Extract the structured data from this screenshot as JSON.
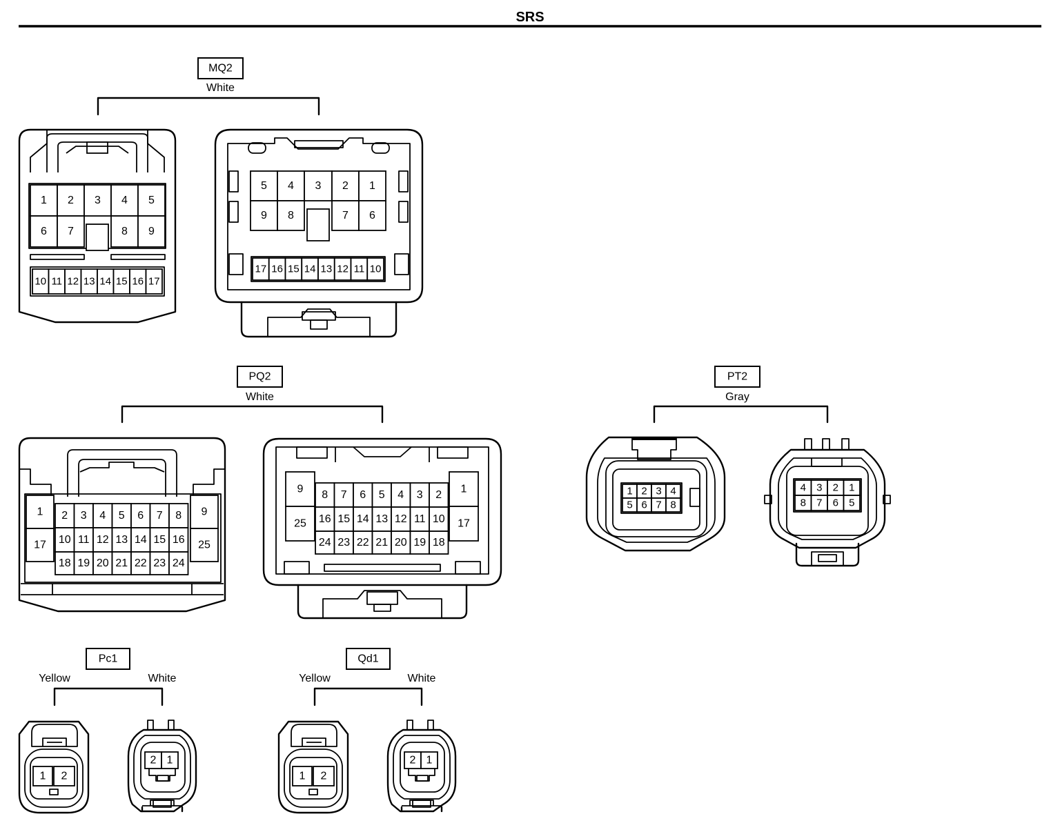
{
  "page": {
    "title": "SRS"
  },
  "connectors": {
    "mq2": {
      "id": "MQ2",
      "color": "White",
      "left_pins": {
        "top": [
          "1",
          "2",
          "3",
          "4",
          "5"
        ],
        "mid": [
          "6",
          "7",
          "8",
          "9"
        ],
        "bottom": [
          "10",
          "11",
          "12",
          "13",
          "14",
          "15",
          "16",
          "17"
        ]
      },
      "right_pins": {
        "top": [
          "5",
          "4",
          "3",
          "2",
          "1"
        ],
        "mid": [
          "9",
          "8",
          "7",
          "6"
        ],
        "bottom": [
          "17",
          "16",
          "15",
          "14",
          "13",
          "12",
          "11",
          "10"
        ]
      }
    },
    "pq2": {
      "id": "PQ2",
      "color": "White",
      "left_pins": {
        "side_left": [
          "1",
          "17"
        ],
        "side_right": [
          "9",
          "25"
        ],
        "row1": [
          "2",
          "3",
          "4",
          "5",
          "6",
          "7",
          "8"
        ],
        "row2": [
          "10",
          "11",
          "12",
          "13",
          "14",
          "15",
          "16"
        ],
        "row3": [
          "18",
          "19",
          "20",
          "21",
          "22",
          "23",
          "24"
        ]
      },
      "right_pins": {
        "side_left": [
          "9",
          "25"
        ],
        "side_right": [
          "1",
          "17"
        ],
        "row1": [
          "8",
          "7",
          "6",
          "5",
          "4",
          "3",
          "2"
        ],
        "row2": [
          "16",
          "15",
          "14",
          "13",
          "12",
          "11",
          "10"
        ],
        "row3": [
          "24",
          "23",
          "22",
          "21",
          "20",
          "19",
          "18"
        ]
      }
    },
    "pt2": {
      "id": "PT2",
      "color": "Gray",
      "left_pins": {
        "row1": [
          "1",
          "2",
          "3",
          "4"
        ],
        "row2": [
          "5",
          "6",
          "7",
          "8"
        ]
      },
      "right_pins": {
        "row1": [
          "4",
          "3",
          "2",
          "1"
        ],
        "row2": [
          "8",
          "7",
          "6",
          "5"
        ]
      }
    },
    "pc1": {
      "id": "Pc1",
      "left_color": "Yellow",
      "right_color": "White",
      "left_pins": [
        "1",
        "2"
      ],
      "right_pins": [
        "2",
        "1"
      ]
    },
    "qd1": {
      "id": "Qd1",
      "left_color": "Yellow",
      "right_color": "White",
      "left_pins": [
        "1",
        "2"
      ],
      "right_pins": [
        "2",
        "1"
      ]
    }
  }
}
